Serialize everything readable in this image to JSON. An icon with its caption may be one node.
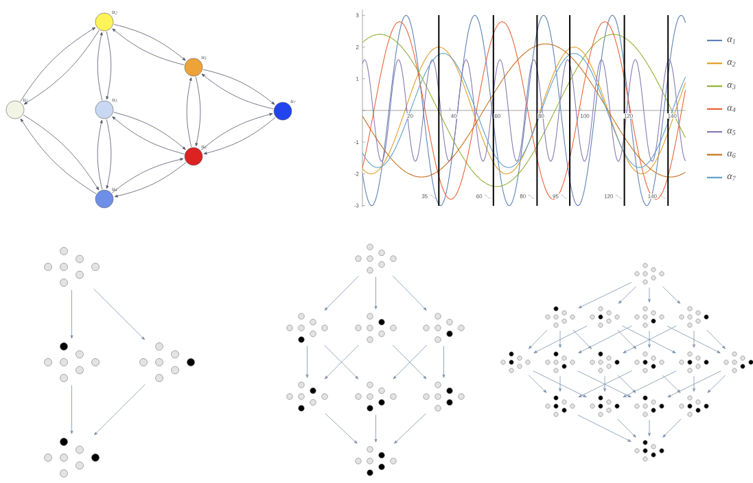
{
  "diagram": {
    "nodes": [
      {
        "text": [],
        "shape": "circle",
        "beside": [
          "u$_{1}$"
        ]
      },
      {
        "text": [],
        "shape": "circle",
        "beside": [
          "u$_{2}$"
        ]
      },
      {
        "text": [],
        "shape": "circle",
        "beside": [
          "u$_{3}$"
        ]
      },
      {
        "text": [],
        "shape": "circle",
        "beside": [
          "u$_{4}$"
        ]
      },
      {
        "text": [],
        "shape": "circle",
        "beside": [
          "u$_{5}$"
        ]
      },
      {
        "text": [],
        "shape": "circle",
        "beside": [
          "u$_{6}$"
        ]
      },
      {
        "text": [],
        "shape": "circle",
        "beside": [
          "u$_{7}$"
        ]
      },
      {
        "text": [],
        "shape": "dots"
      },
      {
        "text": [],
        "shape": "dots"
      },
      {
        "text": [],
        "shape": "dots"
      },
      {
        "text": [],
        "shape": "dots"
      },
      {
        "text": [],
        "shape": "dots"
      },
      {
        "text": [],
        "shape": "dots"
      },
      {
        "text": [],
        "shape": "dots"
      },
      {
        "text": [],
        "shape": "dots"
      },
      {
        "text": [],
        "shape": "dots"
      },
      {
        "text": [],
        "shape": "dots"
      },
      {
        "text": [],
        "shape": "dots"
      },
      {
        "text": [],
        "shape": "dots"
      },
      {
        "text": [],
        "shape": "dots"
      },
      {
        "text": [],
        "shape": "dots"
      },
      {
        "text": [],
        "shape": "dots"
      },
      {
        "text": [],
        "shape": "dots"
      },
      {
        "text": [],
        "shape": "dots"
      },
      {
        "text": [],
        "shape": "dots"
      },
      {
        "text": [],
        "shape": "dots"
      },
      {
        "text": [],
        "shape": "dots"
      },
      {
        "text": [],
        "shape": "dots"
      },
      {
        "text": [],
        "shape": "dots"
      },
      {
        "text": [],
        "shape": "dots"
      },
      {
        "text": [],
        "shape": "dots"
      },
      {
        "text": [],
        "shape": "dots"
      },
      {
        "text": [],
        "shape": "dots"
      },
      {
        "text": [],
        "shape": "dots"
      },
      {
        "text": [],
        "shape": "dots"
      }
    ],
    "edges": [
      {
        "from": 0,
        "to": 1,
        "arrow": "to",
        "color": "#50556a"
      },
      {
        "from": 1,
        "to": 0,
        "arrow": "to",
        "color": "#50556a"
      },
      {
        "from": 1,
        "to": 2,
        "arrow": "to",
        "color": "#50556a"
      },
      {
        "from": 2,
        "to": 1,
        "arrow": "to",
        "color": "#50556a"
      },
      {
        "from": 1,
        "to": 4,
        "arrow": "to",
        "color": "#50556a"
      },
      {
        "from": 4,
        "to": 1,
        "arrow": "to",
        "color": "#50556a"
      },
      {
        "from": 0,
        "to": 3,
        "arrow": "to",
        "color": "#50556a"
      },
      {
        "from": 3,
        "to": 0,
        "arrow": "to",
        "color": "#50556a"
      },
      {
        "from": 2,
        "to": 3,
        "arrow": "to",
        "color": "#50556a"
      },
      {
        "from": 3,
        "to": 2,
        "arrow": "to",
        "color": "#50556a"
      },
      {
        "from": 2,
        "to": 5,
        "arrow": "to",
        "color": "#50556a"
      },
      {
        "from": 5,
        "to": 2,
        "arrow": "to",
        "color": "#50556a"
      },
      {
        "from": 4,
        "to": 5,
        "arrow": "to",
        "color": "#50556a"
      },
      {
        "from": 5,
        "to": 4,
        "arrow": "to",
        "color": "#50556a"
      },
      {
        "from": 4,
        "to": 6,
        "arrow": "to",
        "color": "#50556a"
      },
      {
        "from": 6,
        "to": 4,
        "arrow": "to",
        "color": "#50556a"
      },
      {
        "from": 5,
        "to": 6,
        "arrow": "to",
        "color": "#50556a"
      },
      {
        "from": 6,
        "to": 5,
        "arrow": "to",
        "color": "#50556a"
      },
      {
        "from": 3,
        "to": 5,
        "arrow": "to",
        "color": "#50556a"
      },
      {
        "from": 5,
        "to": 3,
        "arrow": "to",
        "color": "#50556a"
      },
      {
        "from": 7,
        "to": 8,
        "arrow": "to"
      },
      {
        "from": 7,
        "to": 9,
        "arrow": "to"
      },
      {
        "from": 8,
        "to": 10,
        "arrow": "to"
      },
      {
        "from": 9,
        "to": 10,
        "arrow": "to"
      },
      {
        "from": 11,
        "to": 12,
        "arrow": "to"
      },
      {
        "from": 11,
        "to": 13,
        "arrow": "to"
      },
      {
        "from": 11,
        "to": 14,
        "arrow": "to"
      },
      {
        "from": 12,
        "to": 15,
        "arrow": "to"
      },
      {
        "from": 12,
        "to": 16,
        "arrow": "to"
      },
      {
        "from": 13,
        "to": 15,
        "arrow": "to"
      },
      {
        "from": 13,
        "to": 17,
        "arrow": "to"
      },
      {
        "from": 14,
        "to": 16,
        "arrow": "to"
      },
      {
        "from": 14,
        "to": 17,
        "arrow": "to"
      },
      {
        "from": 15,
        "to": 18,
        "arrow": "to"
      },
      {
        "from": 16,
        "to": 18,
        "arrow": "to"
      },
      {
        "from": 17,
        "to": 18,
        "arrow": "to"
      },
      {
        "from": 19,
        "to": 20,
        "arrow": "to"
      },
      {
        "from": 19,
        "to": 21,
        "arrow": "to"
      },
      {
        "from": 19,
        "to": 22,
        "arrow": "to"
      },
      {
        "from": 19,
        "to": 23,
        "arrow": "to"
      },
      {
        "from": 20,
        "to": 24,
        "arrow": "to"
      },
      {
        "from": 20,
        "to": 25,
        "arrow": "to"
      },
      {
        "from": 20,
        "to": 26,
        "arrow": "to"
      },
      {
        "from": 21,
        "to": 24,
        "arrow": "to"
      },
      {
        "from": 21,
        "to": 27,
        "arrow": "to"
      },
      {
        "from": 21,
        "to": 28,
        "arrow": "to"
      },
      {
        "from": 22,
        "to": 25,
        "arrow": "to"
      },
      {
        "from": 22,
        "to": 27,
        "arrow": "to"
      },
      {
        "from": 22,
        "to": 29,
        "arrow": "to"
      },
      {
        "from": 23,
        "to": 26,
        "arrow": "to"
      },
      {
        "from": 23,
        "to": 28,
        "arrow": "to"
      },
      {
        "from": 23,
        "to": 29,
        "arrow": "to"
      },
      {
        "from": 24,
        "to": 30,
        "arrow": "to"
      },
      {
        "from": 24,
        "to": 31,
        "arrow": "to"
      },
      {
        "from": 25,
        "to": 30,
        "arrow": "to"
      },
      {
        "from": 25,
        "to": 32,
        "arrow": "to"
      },
      {
        "from": 26,
        "to": 31,
        "arrow": "to"
      },
      {
        "from": 26,
        "to": 32,
        "arrow": "to"
      },
      {
        "from": 27,
        "to": 30,
        "arrow": "to"
      },
      {
        "from": 27,
        "to": 33,
        "arrow": "to"
      },
      {
        "from": 28,
        "to": 31,
        "arrow": "to"
      },
      {
        "from": 28,
        "to": 33,
        "arrow": "to"
      },
      {
        "from": 29,
        "to": 32,
        "arrow": "to"
      },
      {
        "from": 29,
        "to": 33,
        "arrow": "to"
      },
      {
        "from": 30,
        "to": 34,
        "arrow": "to"
      },
      {
        "from": 31,
        "to": 34,
        "arrow": "to"
      },
      {
        "from": 32,
        "to": 34,
        "arrow": "to"
      },
      {
        "from": 33,
        "to": 34,
        "arrow": "to"
      }
    ],
    "labels": [
      "3",
      "2",
      "1",
      "20",
      "40",
      "60",
      "80",
      "100",
      "120",
      "140",
      "-1",
      "-2",
      "35",
      "60",
      "80",
      "95",
      "120",
      "140",
      "-3"
    ],
    "legend": [
      {
        "text": "α$_{1}$",
        "color": "#5e81b5"
      },
      {
        "text": "α$_{2}$",
        "color": "#e19c24"
      },
      {
        "text": "α$_{3}$",
        "color": "#8fb032"
      },
      {
        "text": "α$_{4}$",
        "color": "#eb6235"
      },
      {
        "text": "α$_{5}$",
        "color": "#8778b3"
      },
      {
        "text": "α$_{6}$",
        "color": "#c56e1a"
      },
      {
        "text": "α$_{7}$",
        "color": "#5d9ec7"
      }
    ]
  }
}
